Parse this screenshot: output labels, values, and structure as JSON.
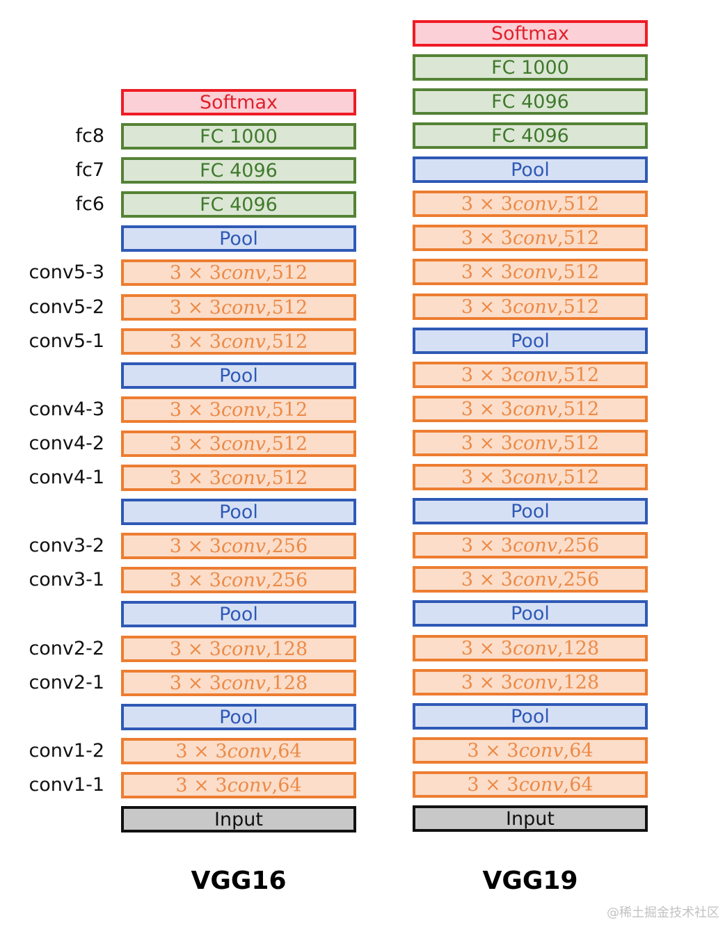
{
  "models": [
    {
      "title": "VGG16",
      "layers": [
        {
          "type": "softmax",
          "text": "Softmax",
          "label": ""
        },
        {
          "type": "fc",
          "text": "FC 1000",
          "label": "fc8"
        },
        {
          "type": "fc",
          "text": "FC 4096",
          "label": "fc7"
        },
        {
          "type": "fc",
          "text": "FC 4096",
          "label": "fc6"
        },
        {
          "type": "pool",
          "text": "Pool",
          "label": ""
        },
        {
          "type": "conv",
          "kernel": "3 × 3",
          "op": "conv",
          "channels": "512",
          "label": "conv5-3"
        },
        {
          "type": "conv",
          "kernel": "3 × 3",
          "op": "conv",
          "channels": "512",
          "label": "conv5-2"
        },
        {
          "type": "conv",
          "kernel": "3 × 3",
          "op": "conv",
          "channels": "512",
          "label": "conv5-1"
        },
        {
          "type": "pool",
          "text": "Pool",
          "label": ""
        },
        {
          "type": "conv",
          "kernel": "3 × 3",
          "op": "conv",
          "channels": "512",
          "label": "conv4-3"
        },
        {
          "type": "conv",
          "kernel": "3 × 3",
          "op": "conv",
          "channels": "512",
          "label": "conv4-2"
        },
        {
          "type": "conv",
          "kernel": "3 × 3",
          "op": "conv",
          "channels": "512",
          "label": "conv4-1"
        },
        {
          "type": "pool",
          "text": "Pool",
          "label": ""
        },
        {
          "type": "conv",
          "kernel": "3 × 3",
          "op": "conv",
          "channels": "256",
          "label": "conv3-2"
        },
        {
          "type": "conv",
          "kernel": "3 × 3",
          "op": "conv",
          "channels": "256",
          "label": "conv3-1"
        },
        {
          "type": "pool",
          "text": "Pool",
          "label": ""
        },
        {
          "type": "conv",
          "kernel": "3 × 3",
          "op": "conv",
          "channels": "128",
          "label": "conv2-2"
        },
        {
          "type": "conv",
          "kernel": "3 × 3",
          "op": "conv",
          "channels": "128",
          "label": "conv2-1"
        },
        {
          "type": "pool",
          "text": "Pool",
          "label": ""
        },
        {
          "type": "conv",
          "kernel": "3 × 3",
          "op": "conv",
          "channels": "64",
          "label": "conv1-2"
        },
        {
          "type": "conv",
          "kernel": "3 × 3",
          "op": "conv",
          "channels": "64",
          "label": "conv1-1"
        },
        {
          "type": "input",
          "text": "Input",
          "label": ""
        }
      ]
    },
    {
      "title": "VGG19",
      "layers": [
        {
          "type": "softmax",
          "text": "Softmax"
        },
        {
          "type": "fc",
          "text": "FC 1000"
        },
        {
          "type": "fc",
          "text": "FC 4096"
        },
        {
          "type": "fc",
          "text": "FC 4096"
        },
        {
          "type": "pool",
          "text": "Pool"
        },
        {
          "type": "conv",
          "kernel": "3 × 3",
          "op": "conv",
          "channels": "512"
        },
        {
          "type": "conv",
          "kernel": "3 × 3",
          "op": "conv",
          "channels": "512"
        },
        {
          "type": "conv",
          "kernel": "3 × 3",
          "op": "conv",
          "channels": "512"
        },
        {
          "type": "conv",
          "kernel": "3 × 3",
          "op": "conv",
          "channels": "512"
        },
        {
          "type": "pool",
          "text": "Pool"
        },
        {
          "type": "conv",
          "kernel": "3 × 3",
          "op": "conv",
          "channels": "512"
        },
        {
          "type": "conv",
          "kernel": "3 × 3",
          "op": "conv",
          "channels": "512"
        },
        {
          "type": "conv",
          "kernel": "3 × 3",
          "op": "conv",
          "channels": "512"
        },
        {
          "type": "conv",
          "kernel": "3 × 3",
          "op": "conv",
          "channels": "512"
        },
        {
          "type": "pool",
          "text": "Pool"
        },
        {
          "type": "conv",
          "kernel": "3 × 3",
          "op": "conv",
          "channels": "256"
        },
        {
          "type": "conv",
          "kernel": "3 × 3",
          "op": "conv",
          "channels": "256"
        },
        {
          "type": "pool",
          "text": "Pool"
        },
        {
          "type": "conv",
          "kernel": "3 × 3",
          "op": "conv",
          "channels": "128"
        },
        {
          "type": "conv",
          "kernel": "3 × 3",
          "op": "conv",
          "channels": "128"
        },
        {
          "type": "pool",
          "text": "Pool"
        },
        {
          "type": "conv",
          "kernel": "3 × 3",
          "op": "conv",
          "channels": "64"
        },
        {
          "type": "conv",
          "kernel": "3 × 3",
          "op": "conv",
          "channels": "64"
        },
        {
          "type": "input",
          "text": "Input"
        }
      ]
    }
  ],
  "watermark": "@稀土掘金技术社区",
  "colors": {
    "softmax_border": "#ee1c25",
    "fc_border": "#548235",
    "pool_border": "#2f59b5",
    "conv_border": "#ed7d31",
    "input_border": "#111111"
  }
}
